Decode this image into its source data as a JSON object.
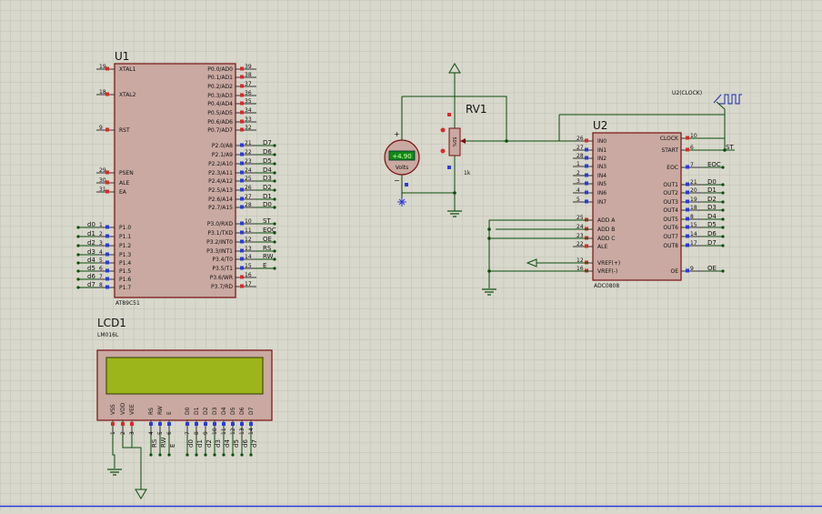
{
  "colors": {
    "background": "#d8d8cc",
    "grid": "#b9b9ad",
    "chip_fill": "#c9a9a1",
    "chip_border": "#7a1010",
    "wire": "#0a4d0a",
    "lcd_screen": "#9cb51a",
    "voltmeter_display": "#0f8a1a",
    "pin_blue": "#2a3bd9",
    "pin_red": "#d92a2a"
  },
  "u1": {
    "ref": "U1",
    "part": "AT89C51",
    "left_pins": [
      {
        "num": "19",
        "name": "XTAL1"
      },
      {
        "num": "18",
        "name": "XTAL2"
      },
      {
        "num": "9",
        "name": "RST"
      },
      {
        "num": "29",
        "name": "PSEN"
      },
      {
        "num": "30",
        "name": "ALE"
      },
      {
        "num": "31",
        "name": "EA"
      },
      {
        "num": "1",
        "name": "P1.0",
        "net": "d0"
      },
      {
        "num": "2",
        "name": "P1.1",
        "net": "d1"
      },
      {
        "num": "3",
        "name": "P1.2",
        "net": "d2"
      },
      {
        "num": "4",
        "name": "P1.3",
        "net": "d3"
      },
      {
        "num": "5",
        "name": "P1.4",
        "net": "d4"
      },
      {
        "num": "6",
        "name": "P1.5",
        "net": "d5"
      },
      {
        "num": "7",
        "name": "P1.6",
        "net": "d6"
      },
      {
        "num": "8",
        "name": "P1.7",
        "net": "d7"
      }
    ],
    "right_pins": [
      {
        "num": "39",
        "name": "P0.0/AD0"
      },
      {
        "num": "38",
        "name": "P0.1/AD1"
      },
      {
        "num": "37",
        "name": "P0.2/AD2"
      },
      {
        "num": "36",
        "name": "P0.3/AD3"
      },
      {
        "num": "35",
        "name": "P0.4/AD4"
      },
      {
        "num": "34",
        "name": "P0.5/AD5"
      },
      {
        "num": "33",
        "name": "P0.6/AD6"
      },
      {
        "num": "32",
        "name": "P0.7/AD7"
      },
      {
        "num": "21",
        "name": "P2.0/A8",
        "net": "D7"
      },
      {
        "num": "22",
        "name": "P2.1/A9",
        "net": "D6"
      },
      {
        "num": "23",
        "name": "P2.2/A10",
        "net": "D5"
      },
      {
        "num": "24",
        "name": "P2.3/A11",
        "net": "D4"
      },
      {
        "num": "25",
        "name": "P2.4/A12",
        "net": "D3"
      },
      {
        "num": "26",
        "name": "P2.5/A13",
        "net": "D2"
      },
      {
        "num": "27",
        "name": "P2.6/A14",
        "net": "D1"
      },
      {
        "num": "28",
        "name": "P2.7/A15",
        "net": "D0"
      },
      {
        "num": "10",
        "name": "P3.0/RXD",
        "net": "ST"
      },
      {
        "num": "11",
        "name": "P3.1/TXD",
        "net": "EOC"
      },
      {
        "num": "12",
        "name": "P3.2/INT0",
        "net": "OE"
      },
      {
        "num": "13",
        "name": "P3.3/INT1",
        "net": "RS"
      },
      {
        "num": "14",
        "name": "P3.4/T0",
        "net": "RW"
      },
      {
        "num": "15",
        "name": "P3.5/T1",
        "net": "E"
      },
      {
        "num": "16",
        "name": "P3.6/WR"
      },
      {
        "num": "17",
        "name": "P3.7/RD"
      }
    ]
  },
  "u2": {
    "ref": "U2",
    "part": "ADC0808",
    "clock_label": "U2(CLOCK)",
    "left_pins": [
      {
        "num": "26",
        "name": "IN0"
      },
      {
        "num": "27",
        "name": "IN1"
      },
      {
        "num": "28",
        "name": "IN2"
      },
      {
        "num": "1",
        "name": "IN3"
      },
      {
        "num": "2",
        "name": "IN4"
      },
      {
        "num": "3",
        "name": "IN5"
      },
      {
        "num": "4",
        "name": "IN6"
      },
      {
        "num": "5",
        "name": "IN7"
      },
      {
        "num": "25",
        "name": "ADD A"
      },
      {
        "num": "24",
        "name": "ADD B"
      },
      {
        "num": "23",
        "name": "ADD C"
      },
      {
        "num": "22",
        "name": "ALE"
      },
      {
        "num": "12",
        "name": "VREF(+)"
      },
      {
        "num": "16",
        "name": "VREF(-)"
      }
    ],
    "right_pins": [
      {
        "num": "10",
        "name": "CLOCK"
      },
      {
        "num": "6",
        "name": "START",
        "net": "ST"
      },
      {
        "num": "7",
        "name": "EOC",
        "net": "EOC"
      },
      {
        "num": "21",
        "name": "OUT1",
        "net": "D0"
      },
      {
        "num": "20",
        "name": "OUT2",
        "net": "D1"
      },
      {
        "num": "19",
        "name": "OUT3",
        "net": "D2"
      },
      {
        "num": "18",
        "name": "OUT4",
        "net": "D3"
      },
      {
        "num": "8",
        "name": "OUT5",
        "net": "D4"
      },
      {
        "num": "15",
        "name": "OUT6",
        "net": "D5"
      },
      {
        "num": "14",
        "name": "OUT7",
        "net": "D6"
      },
      {
        "num": "17",
        "name": "OUT8",
        "net": "D7"
      },
      {
        "num": "9",
        "name": "OE",
        "net": "OE"
      }
    ]
  },
  "rv1": {
    "ref": "RV1",
    "value": "1k",
    "pct": "50%"
  },
  "voltmeter": {
    "reading": "+4.90",
    "unit": "Volts",
    "plus": "+",
    "minus": "−"
  },
  "lcd": {
    "ref": "LCD1",
    "part": "LM016L",
    "pins": [
      {
        "name": "VSS",
        "num": "1"
      },
      {
        "name": "VDD",
        "num": "2"
      },
      {
        "name": "VEE",
        "num": "3"
      },
      {
        "name": "RS",
        "num": "4",
        "net": "RS"
      },
      {
        "name": "RW",
        "num": "5",
        "net": "RW"
      },
      {
        "name": "E",
        "num": "6",
        "net": "E"
      },
      {
        "name": "D0",
        "num": "7",
        "net": "d0"
      },
      {
        "name": "D1",
        "num": "8",
        "net": "d1"
      },
      {
        "name": "D2",
        "num": "9",
        "net": "d2"
      },
      {
        "name": "D3",
        "num": "10",
        "net": "d3"
      },
      {
        "name": "D4",
        "num": "11",
        "net": "d4"
      },
      {
        "name": "D5",
        "num": "12",
        "net": "d5"
      },
      {
        "name": "D6",
        "num": "13",
        "net": "d6"
      },
      {
        "name": "D7",
        "num": "14",
        "net": "d7"
      }
    ]
  }
}
